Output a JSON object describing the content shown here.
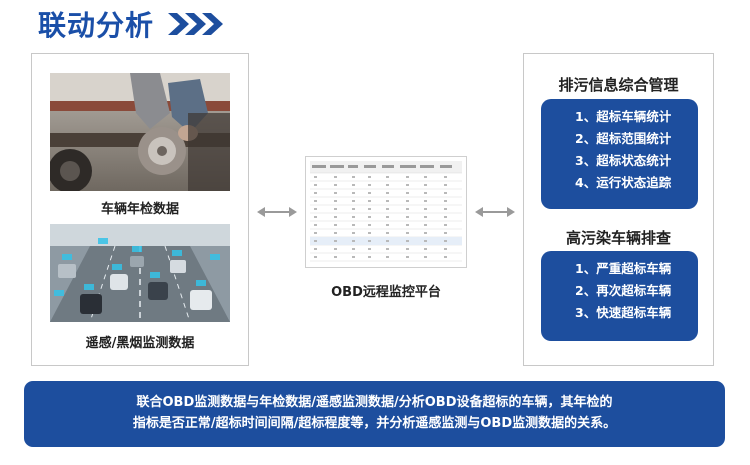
{
  "header": {
    "title": "联动分析"
  },
  "left_panel": {
    "caption_1": "车辆年检数据",
    "caption_2": "遥感/黑烟监测数据"
  },
  "center": {
    "caption": "OBD远程监控平台"
  },
  "right_panel": {
    "section_1": {
      "title": "排污信息综合管理",
      "items": [
        "1、超标车辆统计",
        "2、超标范围统计",
        "3、超标状态统计",
        "4、运行状态追踪"
      ]
    },
    "section_2": {
      "title": "高污染车辆排查",
      "items": [
        "1、严重超标车辆",
        "2、再次超标车辆",
        "3、快速超标车辆"
      ]
    }
  },
  "footer": {
    "line_1": "联合OBD监测数据与年检数据/遥感监测数据/分析OBD设备超标的车辆，其年检的",
    "line_2": "指标是否正常/超标时间间隔/超标程度等，并分析遥感监测与OBD监测数据的关系。"
  },
  "colors": {
    "brand_blue": "#1d4e9e",
    "title_blue": "#1a4fa8"
  },
  "icons": {
    "title_arrows": "triple-chevron-right-icon",
    "link_arrow": "double-arrow-icon"
  }
}
